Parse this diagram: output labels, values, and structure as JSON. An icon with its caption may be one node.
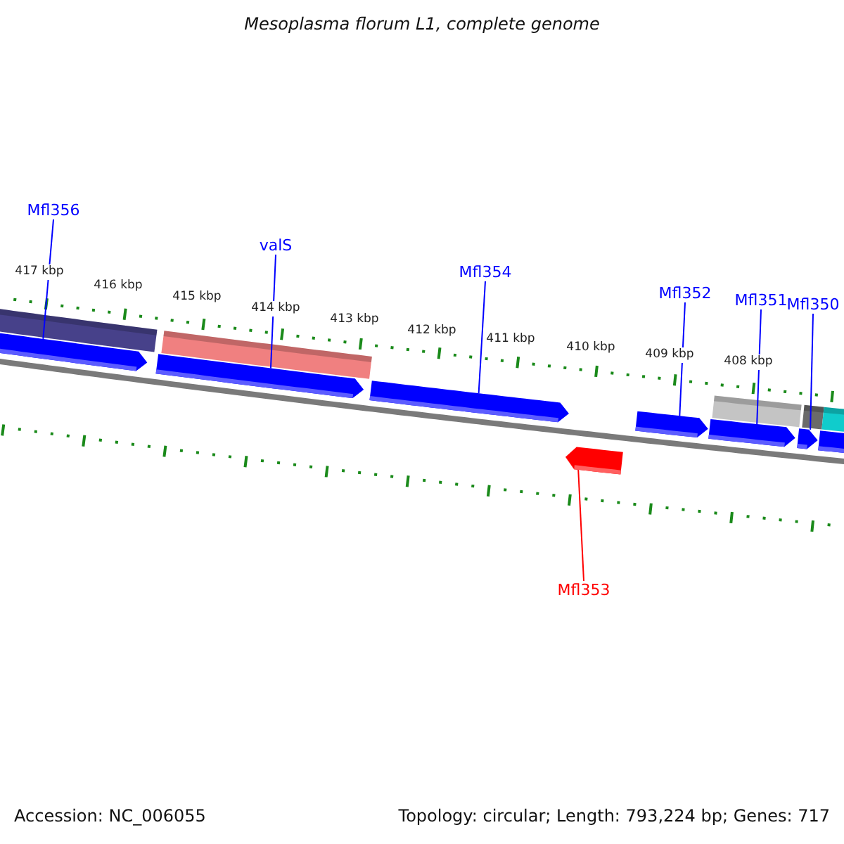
{
  "diagram": {
    "title": "Mesoplasma florum L1, complete genome",
    "nodes": [
      {
        "text": [
          "Mfl356"
        ]
      },
      {
        "text": [
          "valS"
        ]
      },
      {
        "text": [
          "Mfl354"
        ]
      },
      {
        "text": [
          "Mfl352"
        ]
      },
      {
        "text": [
          "Mfl351"
        ]
      },
      {
        "text": [
          "Mfl350"
        ]
      },
      {
        "text": [
          "Mfl353"
        ]
      },
      {
        "text": [],
        "shape": "arrow"
      },
      {
        "text": [],
        "shape": "arrow"
      },
      {
        "text": [],
        "shape": "arrow"
      },
      {
        "text": [],
        "shape": "arrow"
      },
      {
        "text": [],
        "shape": "arrow"
      },
      {
        "text": [],
        "shape": "arrow"
      },
      {
        "text": [],
        "shape": "arrow"
      },
      {
        "text": [],
        "shape": "arrow"
      }
    ],
    "edges": [
      {
        "from": 0,
        "to": 7,
        "arrow": "none"
      },
      {
        "from": 1,
        "to": 8,
        "arrow": "none"
      },
      {
        "from": 2,
        "to": 9,
        "arrow": "none"
      },
      {
        "from": 3,
        "to": 10,
        "arrow": "none"
      },
      {
        "from": 4,
        "to": 11,
        "arrow": "none"
      },
      {
        "from": 5,
        "to": 12,
        "arrow": "none"
      },
      {
        "from": 6,
        "to": 14,
        "arrow": "none",
        "color": "#ff0000"
      }
    ],
    "labels": [
      "417 kbp",
      "416 kbp",
      "415 kbp",
      "414 kbp",
      "413 kbp",
      "412 kbp",
      "411 kbp",
      "410 kbp",
      "409 kbp",
      "408 kbp",
      "Accession: NC_006055",
      "Topology: circular; Length: 793,224 bp; Genes: 717"
    ]
  }
}
